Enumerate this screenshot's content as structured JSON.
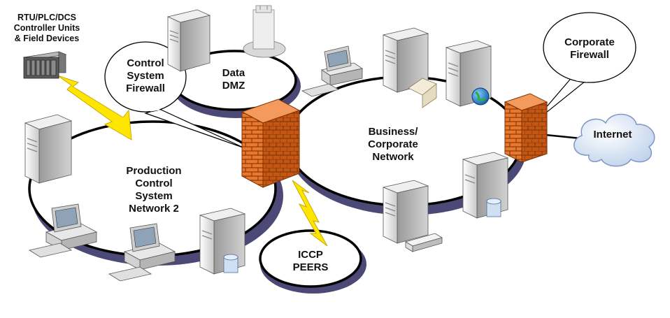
{
  "labels": {
    "rtu": [
      "RTU/PLC/DCS",
      "Controller Units",
      "& Field Devices"
    ],
    "control_firewall": [
      "Control",
      "System",
      "Firewall"
    ],
    "data_dmz": [
      "Data",
      "DMZ"
    ],
    "production": [
      "Production",
      "Control",
      "System",
      "Network 2"
    ],
    "business": [
      "Business/",
      "Corporate",
      "Network"
    ],
    "corporate_firewall": [
      "Corporate",
      "Firewall"
    ],
    "internet": "Internet",
    "iccp": [
      "ICCP",
      "PEERS"
    ]
  },
  "colors": {
    "firewall_face": "#e9782e",
    "firewall_side": "#c45614",
    "brick_line": "#8a3a08",
    "lightning": "#ffe600",
    "ring_shadow": "#3a3568",
    "ring_line": "#000000",
    "cloud": "#d7e4f5"
  }
}
